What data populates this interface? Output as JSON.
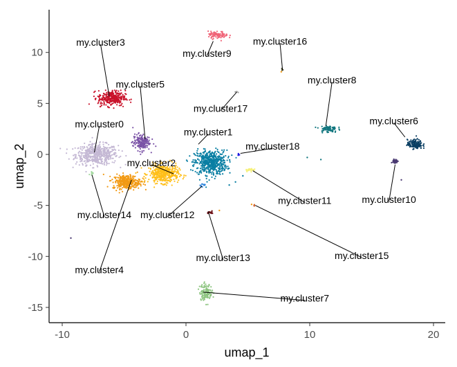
{
  "chart_data": {
    "type": "scatter",
    "title": "",
    "xlabel": "umap_1",
    "ylabel": "umap_2",
    "xlim": [
      -10.5,
      21
    ],
    "ylim": [
      -16.3,
      14.5
    ],
    "x_ticks": [
      -10,
      0,
      10,
      20
    ],
    "y_ticks": [
      -15,
      -10,
      -5,
      0,
      5,
      10
    ],
    "grid": false,
    "legend": "none",
    "clusters": [
      {
        "name": "my.cluster0",
        "color": "#c4b8d4",
        "center": [
          -7.2,
          0.0
        ],
        "spread": [
          1.7,
          1.0
        ],
        "n": 520,
        "label_pos": [
          -7.0,
          3.0
        ],
        "anchor": [
          -7.4,
          0.2
        ]
      },
      {
        "name": "my.cluster1",
        "color": "#0a7fa3",
        "center": [
          2.0,
          -0.8
        ],
        "spread": [
          1.3,
          1.2
        ],
        "n": 540,
        "label_pos": [
          1.8,
          2.2
        ],
        "anchor": [
          1.0,
          1.0
        ]
      },
      {
        "name": "my.cluster2",
        "color": "#ffbf1a",
        "center": [
          -1.8,
          -1.9
        ],
        "spread": [
          1.2,
          0.9
        ],
        "n": 420,
        "label_pos": [
          -2.8,
          -0.8
        ],
        "anchor": [
          -1.0,
          -1.9
        ]
      },
      {
        "name": "my.cluster3",
        "color": "#c9132b",
        "center": [
          -6.0,
          5.5
        ],
        "spread": [
          1.1,
          0.75
        ],
        "n": 300,
        "label_pos": [
          -6.9,
          11.0
        ],
        "anchor": [
          -6.2,
          5.7
        ]
      },
      {
        "name": "my.cluster4",
        "color": "#f29a14",
        "center": [
          -4.8,
          -2.7
        ],
        "spread": [
          1.1,
          0.7
        ],
        "n": 330,
        "label_pos": [
          -7.0,
          -11.3
        ],
        "anchor": [
          -4.4,
          -2.5
        ]
      },
      {
        "name": "my.cluster5",
        "color": "#7a52a6",
        "center": [
          -3.6,
          1.2
        ],
        "spread": [
          0.7,
          0.8
        ],
        "n": 170,
        "label_pos": [
          -3.7,
          6.9
        ],
        "anchor": [
          -3.3,
          1.5
        ]
      },
      {
        "name": "my.cluster6",
        "color": "#0b3f63",
        "center": [
          18.5,
          1.0
        ],
        "spread": [
          0.6,
          0.45
        ],
        "n": 150,
        "label_pos": [
          16.8,
          3.3
        ],
        "anchor": [
          17.7,
          1.7
        ]
      },
      {
        "name": "my.cluster7",
        "color": "#8cc47f",
        "center": [
          1.6,
          -13.5
        ],
        "spread": [
          0.5,
          0.8
        ],
        "n": 130,
        "label_pos": [
          9.6,
          -14.1
        ],
        "anchor": [
          1.4,
          -13.5
        ]
      },
      {
        "name": "my.cluster8",
        "color": "#12777f",
        "center": [
          11.5,
          2.5
        ],
        "spread": [
          0.7,
          0.35
        ],
        "n": 80,
        "label_pos": [
          11.8,
          7.3
        ],
        "anchor": [
          11.3,
          2.8
        ]
      },
      {
        "name": "my.cluster9",
        "color": "#f06478",
        "center": [
          2.6,
          11.7
        ],
        "spread": [
          0.8,
          0.35
        ],
        "n": 85,
        "label_pos": [
          1.7,
          9.9
        ],
        "anchor": [
          2.2,
          11.1
        ]
      },
      {
        "name": "my.cluster10",
        "color": "#4a3a72",
        "center": [
          16.9,
          -0.7
        ],
        "spread": [
          0.2,
          0.25
        ],
        "n": 30,
        "label_pos": [
          16.4,
          -4.4
        ],
        "anchor": [
          16.9,
          -1.0
        ]
      },
      {
        "name": "my.cluster11",
        "color": "#f5f07a",
        "center": [
          5.2,
          -1.5
        ],
        "spread": [
          0.4,
          0.15
        ],
        "n": 30,
        "label_pos": [
          9.6,
          -4.5
        ],
        "anchor": [
          5.4,
          -1.6
        ]
      },
      {
        "name": "my.cluster12",
        "color": "#2e86de",
        "center": [
          1.4,
          -3.0
        ],
        "spread": [
          0.25,
          0.15
        ],
        "n": 12,
        "label_pos": [
          -1.5,
          -5.9
        ],
        "anchor": [
          1.3,
          -3.1
        ]
      },
      {
        "name": "my.cluster13",
        "color": "#6b0f14",
        "center": [
          2.0,
          -5.7
        ],
        "spread": [
          0.25,
          0.12
        ],
        "n": 16,
        "label_pos": [
          3.0,
          -10.1
        ],
        "anchor": [
          1.8,
          -5.6
        ]
      },
      {
        "name": "my.cluster14",
        "color": "#a4d9a0",
        "center": [
          -7.6,
          -1.9
        ],
        "spread": [
          0.2,
          0.15
        ],
        "n": 10,
        "label_pos": [
          -6.6,
          -5.9
        ],
        "anchor": [
          -7.6,
          -2.0
        ]
      },
      {
        "name": "my.cluster15",
        "color": "#d35f2a",
        "center": [
          5.5,
          -5.0
        ],
        "spread": [
          0.1,
          0.08
        ],
        "n": 5,
        "label_pos": [
          14.2,
          -9.9
        ],
        "anchor": [
          5.6,
          -5.0
        ]
      },
      {
        "name": "my.cluster16",
        "color": "#4a4a2a",
        "center": [
          7.8,
          8.3
        ],
        "spread": [
          0.15,
          0.1
        ],
        "n": 5,
        "label_pos": [
          7.6,
          11.1
        ],
        "anchor": [
          7.8,
          8.3
        ]
      },
      {
        "name": "my.cluster17",
        "color": "#9a9a9a",
        "center": [
          4.1,
          6.1
        ],
        "spread": [
          0.15,
          0.1
        ],
        "n": 5,
        "label_pos": [
          2.8,
          4.5
        ],
        "anchor": [
          4.1,
          6.1
        ]
      },
      {
        "name": "my.cluster18",
        "color": "#1a14e0",
        "center": [
          4.3,
          0.0
        ],
        "spread": [
          0.1,
          0.1
        ],
        "n": 5,
        "label_pos": [
          7.0,
          0.8
        ],
        "anchor": [
          4.4,
          0.1
        ]
      }
    ]
  }
}
